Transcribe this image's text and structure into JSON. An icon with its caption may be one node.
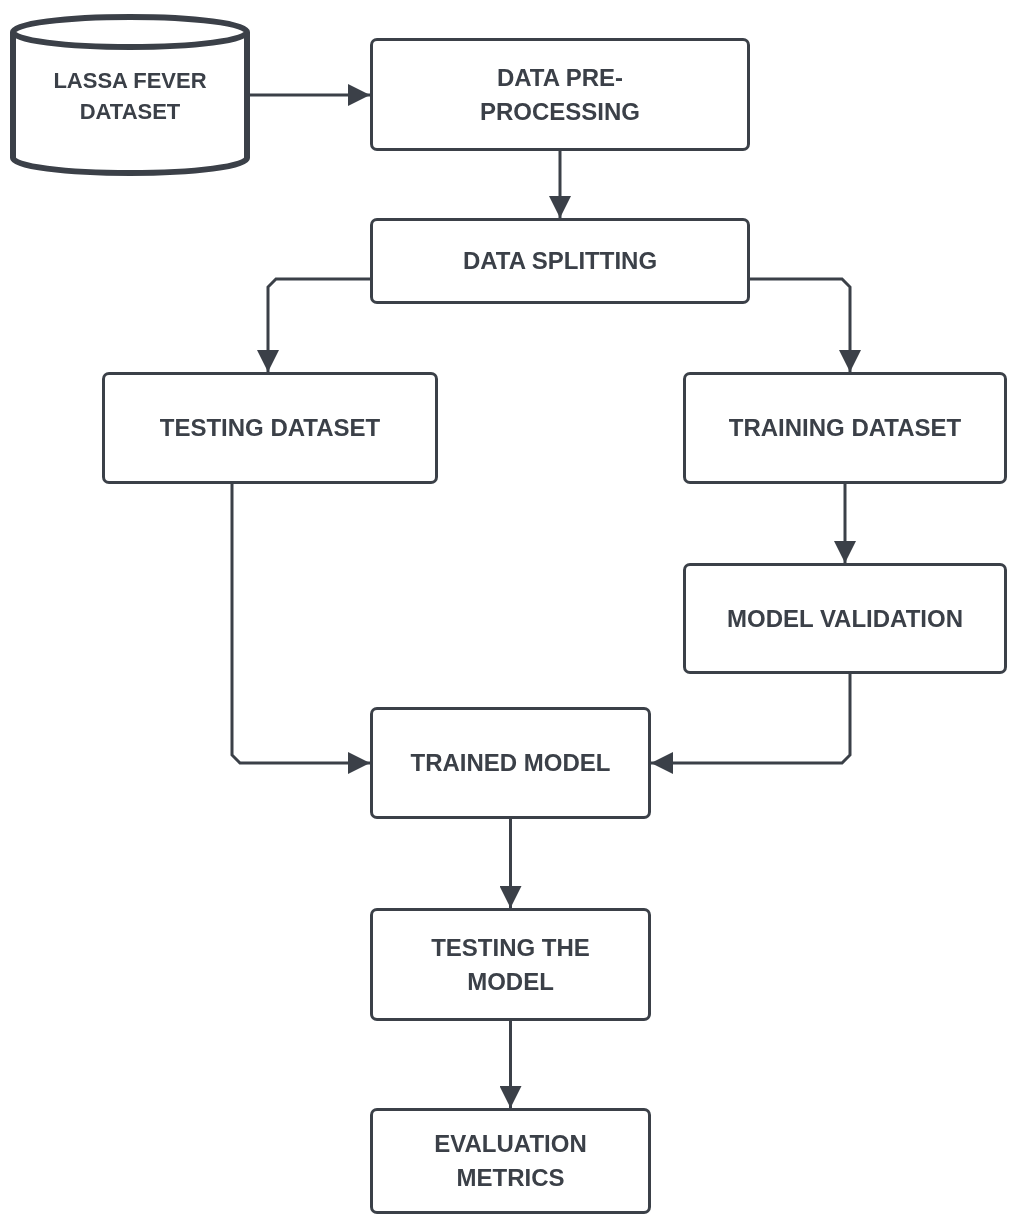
{
  "diagram": {
    "nodes": [
      {
        "text": [
          "LASSA FEVER DATASET"
        ]
      },
      {
        "text": [
          "DATA PRE-PROCESSING"
        ]
      },
      {
        "text": [
          "DATA SPLITTING"
        ]
      },
      {
        "text": [
          "TESTING DATASET"
        ]
      },
      {
        "text": [
          "TRAINING DATASET"
        ]
      },
      {
        "text": [
          "MODEL VALIDATION"
        ]
      },
      {
        "text": [
          "TRAINED MODEL"
        ]
      },
      {
        "text": [
          "TESTING THE MODEL"
        ]
      },
      {
        "text": [
          "EVALUATION METRICS"
        ]
      }
    ],
    "edges": [
      {
        "from": 0,
        "to": 1,
        "arrow": "to"
      },
      {
        "from": 1,
        "to": 2,
        "arrow": "to"
      },
      {
        "from": 2,
        "to": 3,
        "arrow": "to"
      },
      {
        "from": 2,
        "to": 4,
        "arrow": "to"
      },
      {
        "from": 3,
        "to": 6,
        "arrow": "to"
      },
      {
        "from": 4,
        "to": 5,
        "arrow": "to"
      },
      {
        "from": 5,
        "to": 6,
        "arrow": "to"
      },
      {
        "from": 6,
        "to": 7,
        "arrow": "to"
      },
      {
        "from": 7,
        "to": 8,
        "arrow": "to"
      }
    ]
  }
}
